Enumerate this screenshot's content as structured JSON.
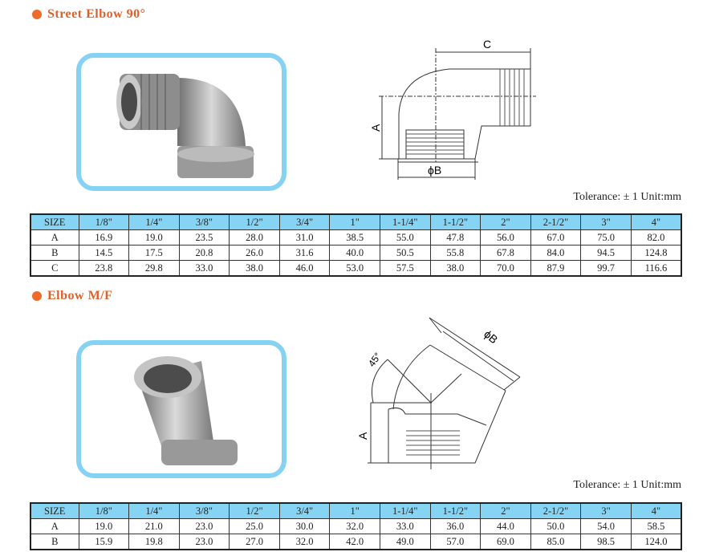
{
  "sections": [
    {
      "title": "Street Elbow 90°",
      "tolerance": "Tolerance: ± 1 Unit:mm",
      "diagram_labels": {
        "a": "A",
        "b": "ϕB",
        "c": "C"
      },
      "table": {
        "header": [
          "SIZE",
          "1/8\"",
          "1/4\"",
          "3/8\"",
          "1/2\"",
          "3/4\"",
          "1\"",
          "1-1/4\"",
          "1-1/2\"",
          "2\"",
          "2-1/2\"",
          "3\"",
          "4\""
        ],
        "rows": [
          [
            "A",
            "16.9",
            "19.0",
            "23.5",
            "28.0",
            "31.0",
            "38.5",
            "55.0",
            "47.8",
            "56.0",
            "67.0",
            "75.0",
            "82.0"
          ],
          [
            "B",
            "14.5",
            "17.5",
            "20.8",
            "26.0",
            "31.6",
            "40.0",
            "50.5",
            "55.8",
            "67.8",
            "84.0",
            "94.5",
            "124.8"
          ],
          [
            "C",
            "23.8",
            "29.8",
            "33.0",
            "38.0",
            "46.0",
            "53.0",
            "57.5",
            "38.0",
            "70.0",
            "87.9",
            "99.7",
            "116.6"
          ]
        ]
      }
    },
    {
      "title": "Elbow M/F",
      "tolerance": "Tolerance: ± 1 Unit:mm",
      "diagram_labels": {
        "a": "A",
        "b": "ϕB",
        "angle": "45°"
      },
      "table": {
        "header": [
          "SIZE",
          "1/8\"",
          "1/4\"",
          "3/8\"",
          "1/2\"",
          "3/4\"",
          "1\"",
          "1-1/4\"",
          "1-1/2\"",
          "2\"",
          "2-1/2\"",
          "3\"",
          "4\""
        ],
        "rows": [
          [
            "A",
            "19.0",
            "21.0",
            "23.0",
            "25.0",
            "30.0",
            "32.0",
            "33.0",
            "36.0",
            "44.0",
            "50.0",
            "54.0",
            "58.5"
          ],
          [
            "B",
            "15.9",
            "19.8",
            "23.0",
            "27.0",
            "32.0",
            "42.0",
            "49.0",
            "57.0",
            "69.0",
            "85.0",
            "98.5",
            "124.0"
          ]
        ]
      }
    }
  ]
}
